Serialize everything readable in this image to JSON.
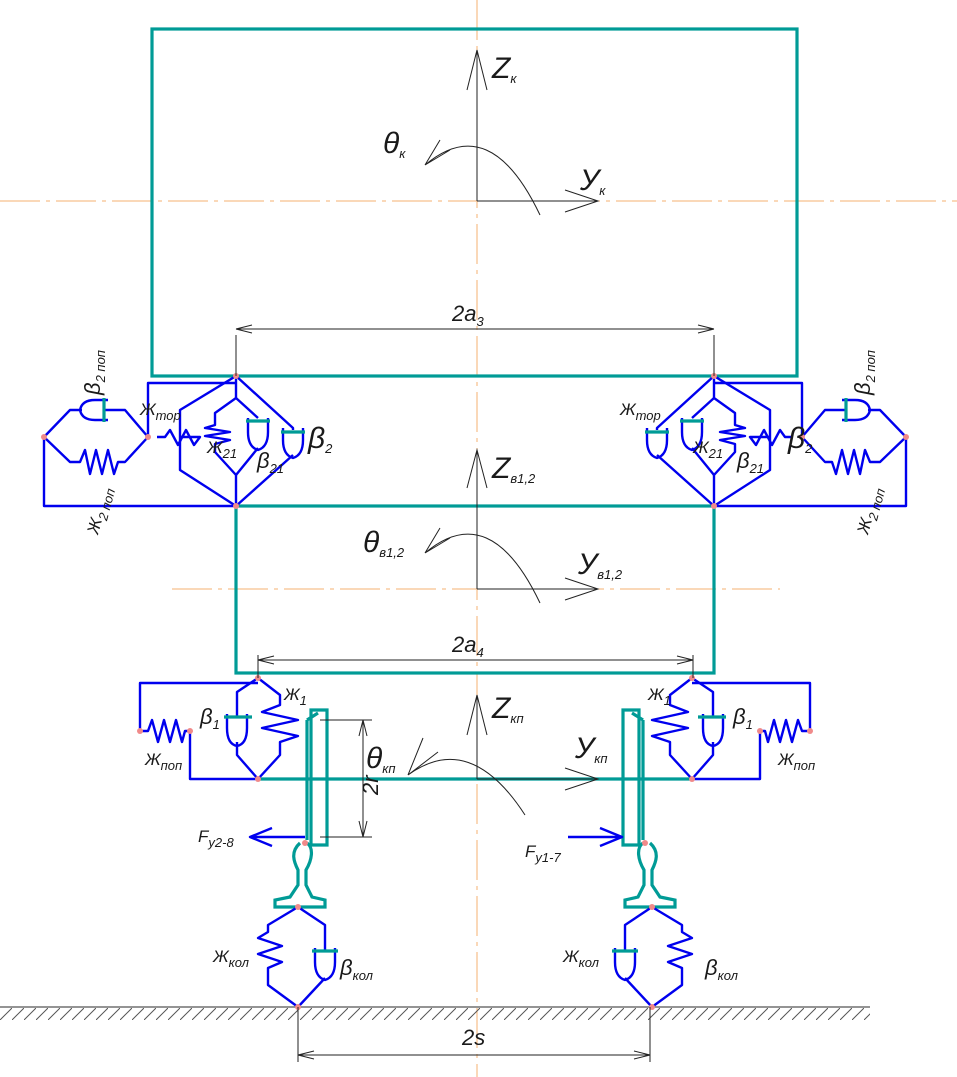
{
  "labels": {
    "z_body": {
      "main": "Z",
      "sub": "к"
    },
    "theta_body": {
      "main": "θ",
      "sub": "к"
    },
    "y_body": {
      "main": "У",
      "sub": "к"
    },
    "dim_2a3": {
      "main": "2a",
      "sub": "3"
    },
    "z_bolster": {
      "main": "Z",
      "sub": "в1,2"
    },
    "theta_bolster": {
      "main": "θ",
      "sub": "в1,2"
    },
    "y_bolster": {
      "main": "У",
      "sub": "в1,2"
    },
    "dim_2a4": {
      "main": "2a",
      "sub": "4"
    },
    "z_wheelset": {
      "main": "Z",
      "sub": "кп"
    },
    "theta_wheelset": {
      "main": "θ",
      "sub": "кп"
    },
    "y_wheelset": {
      "main": "У",
      "sub": "кп"
    },
    "dim_2r": "2r",
    "dim_2s": "2s",
    "zh_tor": {
      "main": "Ж",
      "sub": "тор"
    },
    "zh_21": {
      "main": "Ж",
      "sub": "21"
    },
    "beta_21": {
      "main": "β",
      "sub": "21"
    },
    "beta_2": {
      "main": "β",
      "sub": "2"
    },
    "beta_2pop": {
      "main": "β",
      "sub": "2 поп"
    },
    "zh_2pop": {
      "main": "Ж",
      "sub": "2 поп"
    },
    "zh_1": {
      "main": "Ж",
      "sub": "1"
    },
    "beta_1": {
      "main": "β",
      "sub": "1"
    },
    "zh_pop": {
      "main": "Ж",
      "sub": "поп"
    },
    "f_left": {
      "main": "F",
      "sub": "у2-8"
    },
    "f_right": {
      "main": "F",
      "sub": "у1-7"
    },
    "zh_kol": {
      "main": "Ж",
      "sub": "кол"
    },
    "beta_kol": {
      "main": "β",
      "sub": "кол"
    }
  },
  "colors": {
    "structure": "#009b96",
    "suspension": "#0000ee",
    "centerline": "#f5b070"
  }
}
